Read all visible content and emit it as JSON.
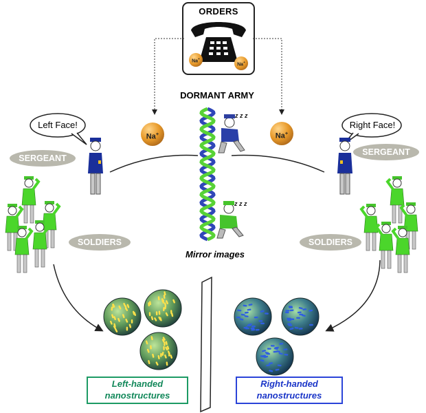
{
  "orders": {
    "title": "ORDERS"
  },
  "ions": {
    "label": "Na",
    "charge": "+"
  },
  "center": {
    "title": "DORMANT ARMY",
    "caption": "Mirror images",
    "sleep": "z z z"
  },
  "left": {
    "speech": "Left Face!",
    "sergeant": "SERGEANT",
    "soldiers": "SOLDIERS",
    "result_line1": "Left-handed",
    "result_line2": "nanostructures"
  },
  "right": {
    "speech": "Right Face!",
    "sergeant": "SERGEANT",
    "soldiers": "SOLDIERS",
    "result_line1": "Right-handed",
    "result_line2": "nanostructures"
  },
  "colors": {
    "left_border": "#1c9a64",
    "right_border": "#2a44d8",
    "soldier_green": "#4bd62b",
    "sergeant_blue": "#1a2f9a",
    "ion_orange": "#e89a2a"
  }
}
